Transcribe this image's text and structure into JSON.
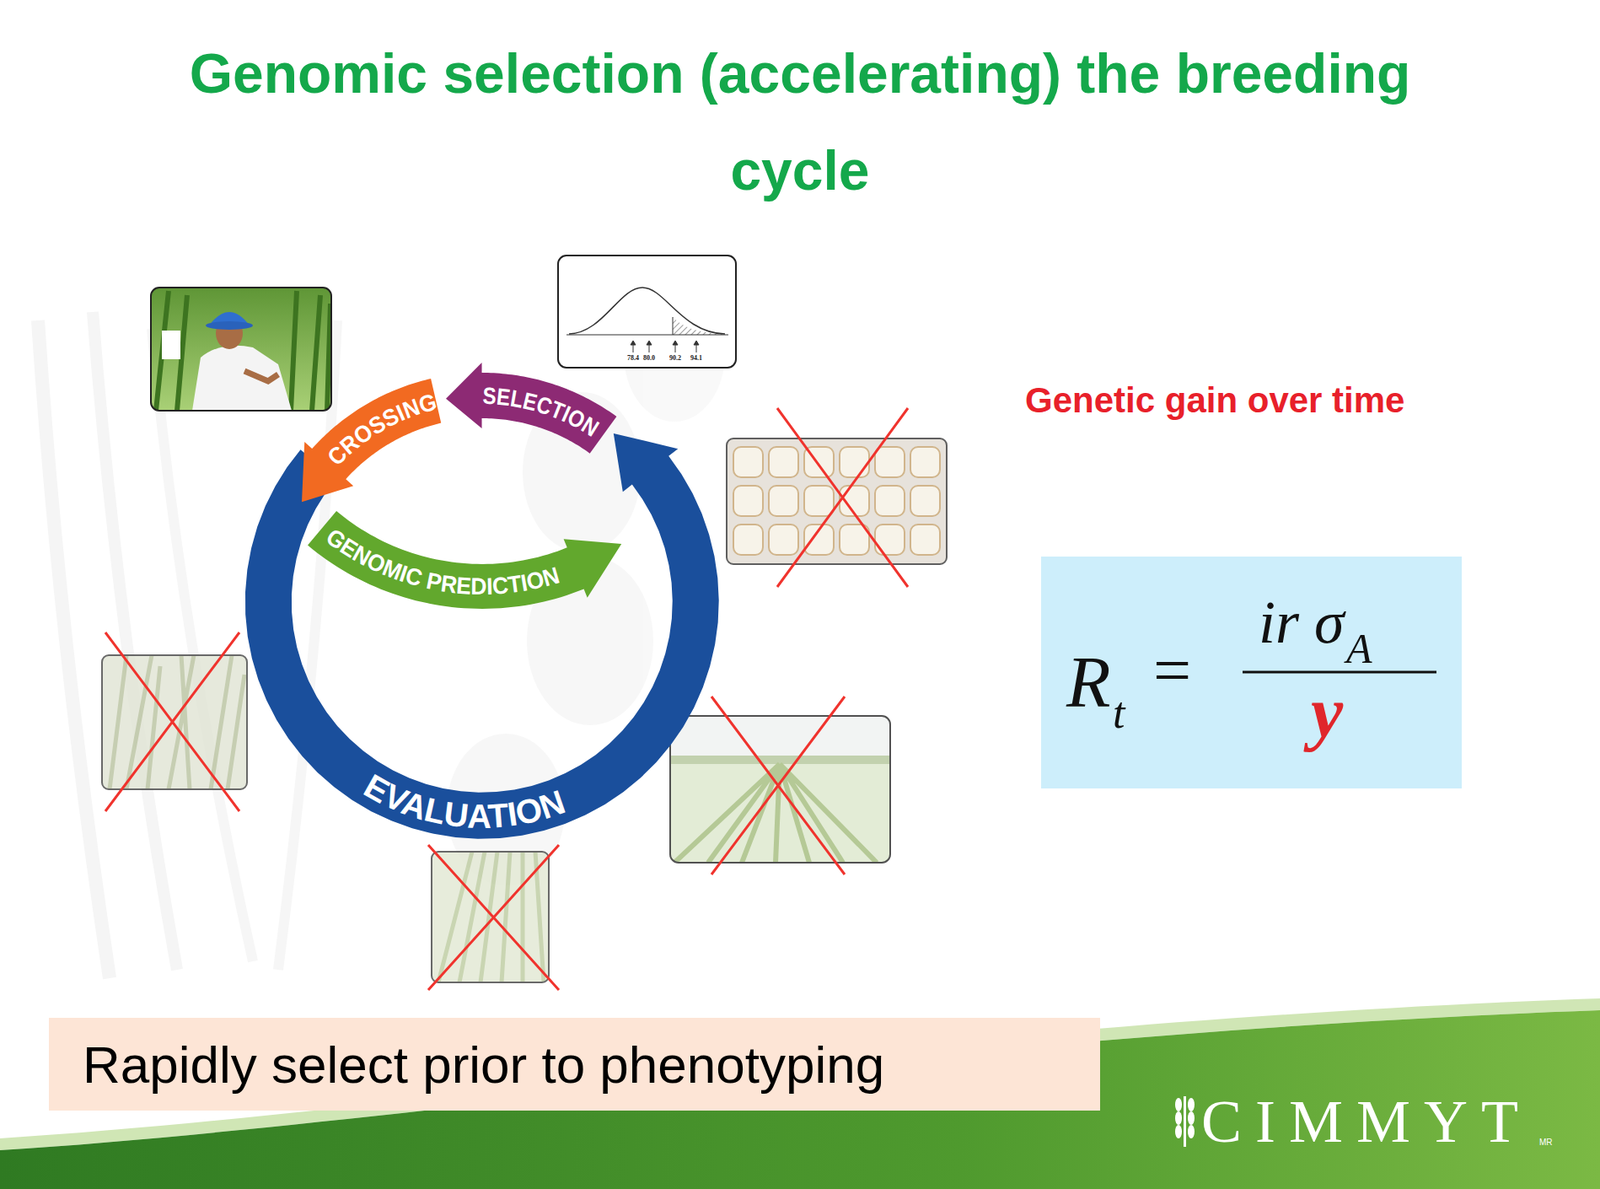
{
  "diagram": {
    "title": "Genomic selection (accelerating) the breeding cycle",
    "nodes": [
      {
        "text": [
          "CROSSING"
        ]
      },
      {
        "text": [
          "SELECTION"
        ]
      },
      {
        "text": [
          "GENOMIC PREDICTION"
        ]
      },
      {
        "text": [
          "EVALUATION"
        ]
      },
      {
        "text": [
          "R",
          "t",
          "=",
          "ir σ",
          "A",
          "y"
        ]
      },
      {
        "text": [
          "Rapidly select prior to phenotyping"
        ]
      }
    ],
    "labels": [
      "78.4",
      "80.0",
      "90.2",
      "94.1",
      "Genetic gain over time",
      "CIMMYT",
      "MR"
    ]
  }
}
